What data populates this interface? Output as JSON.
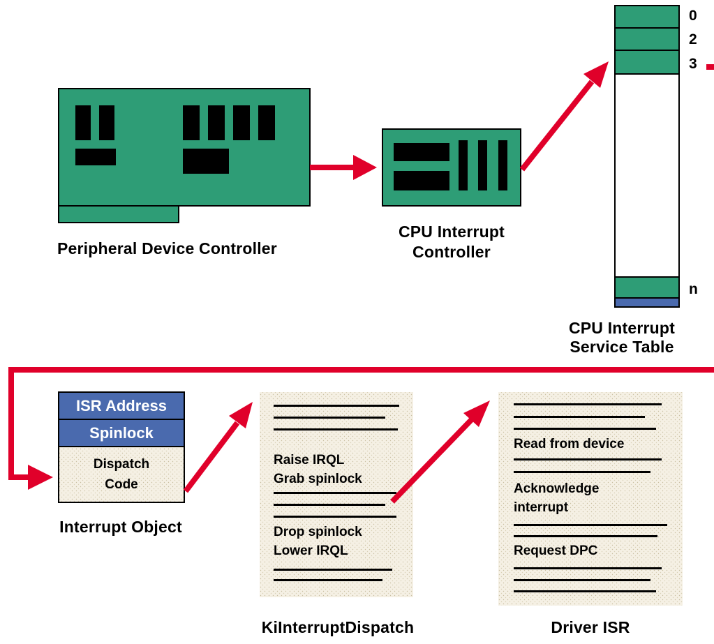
{
  "colors": {
    "board": "#2e9d76",
    "chip": "#000000",
    "arrow": "#e0002a",
    "band": "#4a6aae",
    "paper": "#f5f0e4",
    "ink": "#000000"
  },
  "labels": {
    "peripheral": "Peripheral Device Controller",
    "cpu_controller_line1": "CPU Interrupt",
    "cpu_controller_line2": "Controller",
    "service_table_line1": "CPU Interrupt",
    "service_table_line2": "Service Table",
    "interrupt_object": "Interrupt Object",
    "ki_dispatch": "KiInterruptDispatch",
    "driver_isr": "Driver ISR"
  },
  "service_table": {
    "entry_0": "0",
    "entry_2": "2",
    "entry_3": "3",
    "entry_n": "n"
  },
  "interrupt_object": {
    "isr_address": "ISR Address",
    "spinlock": "Spinlock",
    "dispatch_line1": "Dispatch",
    "dispatch_line2": "Code"
  },
  "ki_dispatch_code": {
    "raise_irql": "Raise IRQL",
    "grab_spinlock": "Grab spinlock",
    "drop_spinlock": "Drop spinlock",
    "lower_irql": "Lower IRQL"
  },
  "driver_isr_code": {
    "read_device": "Read from device",
    "ack_line1": "Acknowledge",
    "ack_line2": "interrupt",
    "request_dpc": "Request DPC"
  }
}
